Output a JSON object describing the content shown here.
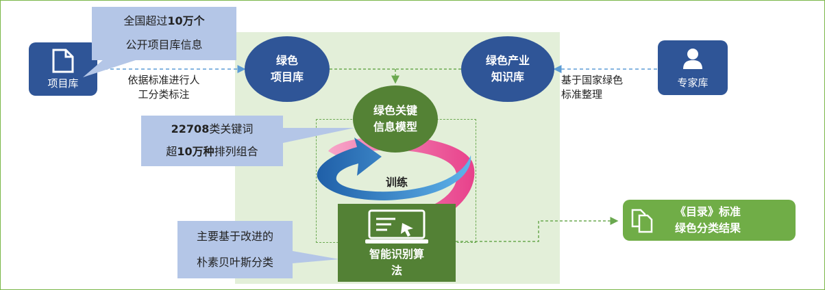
{
  "project_db": {
    "label": "项目库",
    "icon": "document-icon"
  },
  "expert_db": {
    "label": "专家库",
    "icon": "person-icon"
  },
  "note_top": {
    "line1_pre": "全国超过",
    "line1_bold": "10万个",
    "line2": "公开项目库信息"
  },
  "label_left": {
    "line1": "依据标准进行人",
    "line2": "工分类标注"
  },
  "label_right": {
    "line1": "基于国家绿色",
    "line2": "标准整理"
  },
  "circle_green_db": {
    "line1": "绿色",
    "line2": "项目库"
  },
  "circle_knowledge": {
    "line1": "绿色产业",
    "line2": "知识库"
  },
  "circle_model": {
    "line1": "绿色关键",
    "line2": "信息模型"
  },
  "note_middle": {
    "line1_bold": "22708",
    "line1_rest": "类关键词",
    "line2_pre": "超",
    "line2_bold": "10万种",
    "line2_rest": "排列组合"
  },
  "training_label": "训练",
  "algo_box": {
    "line1": "智能识别算",
    "line2": "法",
    "icon": "laptop-icon"
  },
  "note_bottom": {
    "line1": "主要基于改进的",
    "line2": "朴素贝叶斯分类"
  },
  "result_box": {
    "line1": "《目录》标准",
    "line2": "绿色分类结果",
    "icon": "files-icon"
  },
  "colors": {
    "blue": "#2f5597",
    "light_blue": "#b4c6e7",
    "green_dark": "#538135",
    "green_circle": "#548235",
    "green_result": "#70ad47",
    "panel": "#e3efd9",
    "arrow_blue": "#5b9bd5",
    "arrow_green": "#6aa84f",
    "ring_pink": "#e8418b"
  }
}
